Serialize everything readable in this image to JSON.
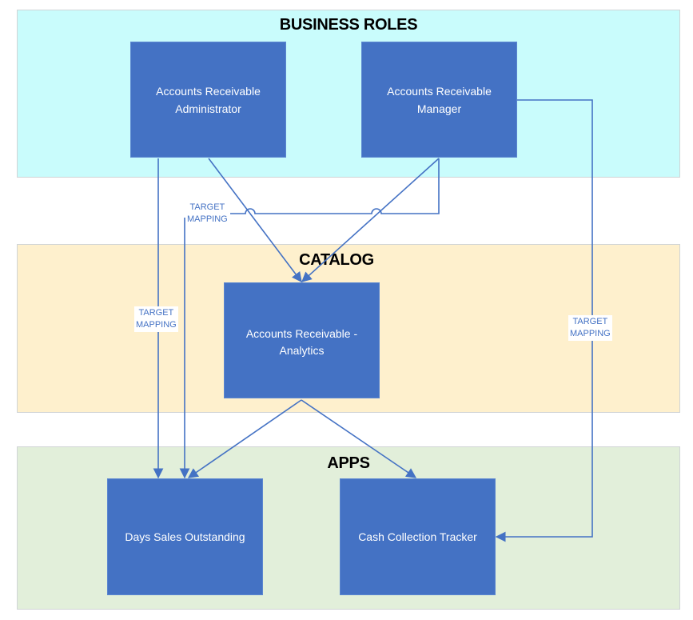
{
  "colors": {
    "roles_band": "#c9fcfc",
    "catalog_band": "#fef0cd",
    "apps_band": "#e2efda",
    "box_fill": "#4472c4",
    "connector": "#4472c4"
  },
  "bands": {
    "roles": {
      "title": "BUSINESS ROLES"
    },
    "catalog": {
      "title": "CATALOG"
    },
    "apps": {
      "title": "APPS"
    }
  },
  "nodes": {
    "ar_admin": {
      "line1": "Accounts Receivable",
      "line2": "Administrator"
    },
    "ar_manager": {
      "line1": "Accounts Receivable",
      "line2": "Manager"
    },
    "ar_analytics": {
      "line1": "Accounts Receivable -",
      "line2": "Analytics"
    },
    "dso": {
      "line1": "Days Sales Outstanding"
    },
    "cash_tracker": {
      "line1": "Cash Collection Tracker"
    }
  },
  "edge_labels": {
    "top": {
      "line1": "TARGET",
      "line2": "MAPPING"
    },
    "left": {
      "line1": "TARGET",
      "line2": "MAPPING"
    },
    "right": {
      "line1": "TARGET",
      "line2": "MAPPING"
    }
  },
  "edges": [
    {
      "from": "ar_admin",
      "to": "ar_analytics"
    },
    {
      "from": "ar_manager",
      "to": "ar_analytics"
    },
    {
      "from": "ar_admin",
      "to": "dso",
      "label": "left"
    },
    {
      "from": "ar_manager",
      "to": "dso",
      "label": "top"
    },
    {
      "from": "ar_manager",
      "to": "cash_tracker",
      "label": "right"
    },
    {
      "from": "ar_analytics",
      "to": "dso"
    },
    {
      "from": "ar_analytics",
      "to": "cash_tracker"
    }
  ]
}
